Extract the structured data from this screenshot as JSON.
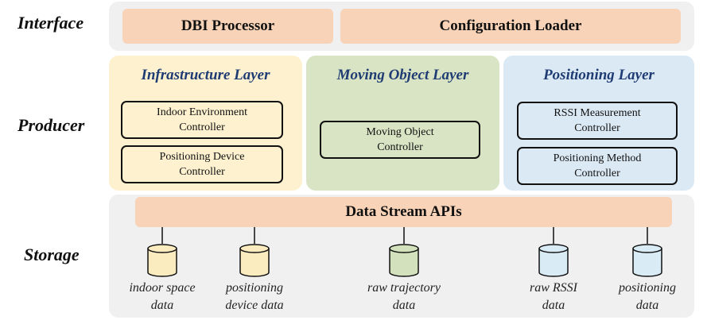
{
  "rows": {
    "interface": "Interface",
    "producer": "Producer",
    "storage": "Storage"
  },
  "interface": {
    "dbi_processor": "DBI Processor",
    "configuration_loader": "Configuration Loader"
  },
  "layers": {
    "infrastructure": {
      "title": "Infrastructure Layer",
      "controllers": [
        {
          "line1": "Indoor Environment",
          "line2": "Controller"
        },
        {
          "line1": "Positioning Device",
          "line2": "Controller"
        }
      ]
    },
    "moving_object": {
      "title": "Moving Object Layer",
      "controllers": [
        {
          "line1": "Moving Object",
          "line2": "Controller"
        }
      ]
    },
    "positioning": {
      "title": "Positioning Layer",
      "controllers": [
        {
          "line1": "RSSI Measurement",
          "line2": "Controller"
        },
        {
          "line1": "Positioning Method",
          "line2": "Controller"
        }
      ]
    }
  },
  "storage": {
    "api_label": "Data Stream APIs",
    "databases": [
      {
        "line1": "indoor space",
        "line2": "data"
      },
      {
        "line1": "positioning",
        "line2": "device data"
      },
      {
        "line1": "raw trajectory",
        "line2": "data"
      },
      {
        "line1": "raw RSSI",
        "line2": "data"
      },
      {
        "line1": "positioning",
        "line2": "data"
      }
    ]
  },
  "colors": {
    "infrastructure_bg": "#fdf1cf",
    "moving_object_bg": "#d8e4c3",
    "positioning_bg": "#dbe9f4",
    "pill_bg": "#f8d3b7",
    "panel_gray": "#f0f0f0",
    "db_yellow": "#fbecc0",
    "db_green": "#d3e2bd",
    "db_blue": "#d9ebf5"
  }
}
